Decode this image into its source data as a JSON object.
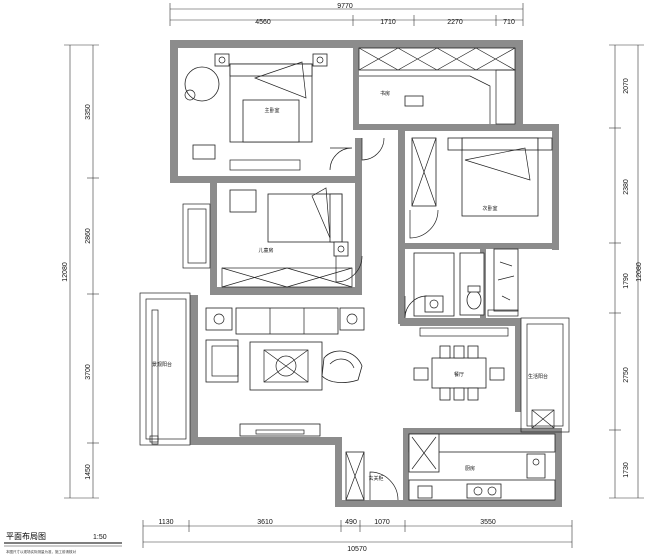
{
  "drawing": {
    "title": "平面布局图",
    "scale": "1:50",
    "note": "本图尺寸以现场实际测量为准，施工前请核对"
  },
  "dimensions": {
    "top_total": "9770",
    "top_segments": [
      "4560",
      "1710",
      "2270",
      "710"
    ],
    "bottom_total": "10570",
    "bottom_segments": [
      "1130",
      "3610",
      "490",
      "1070",
      "3550"
    ],
    "left_total": "12080",
    "left_segments": [
      "3350",
      "2860",
      "3700",
      "1450"
    ],
    "right_total": "12080",
    "right_segments": [
      "2070",
      "2380",
      "1790",
      "2750",
      "1730"
    ]
  },
  "rooms": {
    "master_bedroom": "主卧室",
    "second_bedroom": "次卧室",
    "third_bedroom": "儿童房",
    "study": "书房",
    "dining": "餐厅",
    "kitchen": "厨房",
    "balcony": "景观阳台",
    "utility_balcony": "生活阳台",
    "shoe": "玄关柜"
  }
}
